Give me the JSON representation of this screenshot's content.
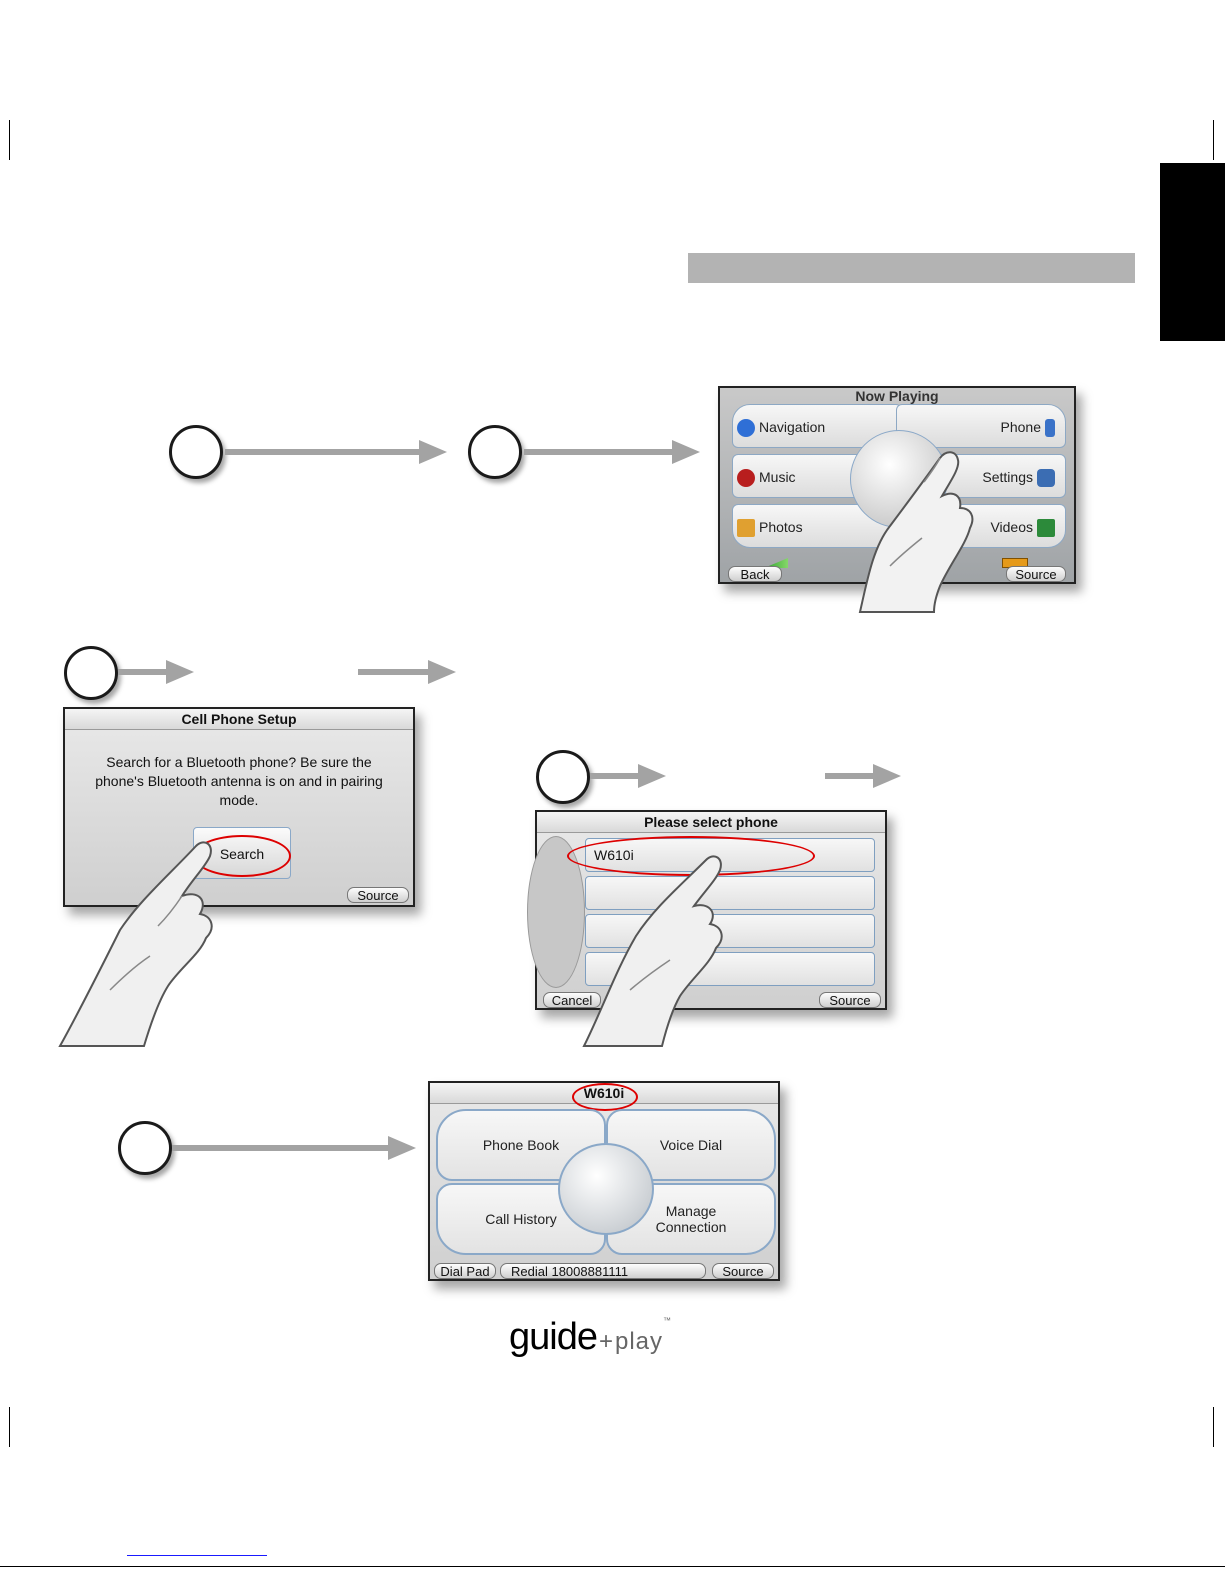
{
  "menu_screen": {
    "title": "Now Playing",
    "items": [
      {
        "label": "Navigation",
        "icon": "navigation-icon"
      },
      {
        "label": "Phone",
        "icon": "phone-icon"
      },
      {
        "label": "Music",
        "icon": "music-icon"
      },
      {
        "label": "Settings",
        "icon": "settings-icon"
      },
      {
        "label": "Photos",
        "icon": "photos-icon"
      },
      {
        "label": "Videos",
        "icon": "videos-icon"
      }
    ],
    "back_label": "Back",
    "source_label": "Source"
  },
  "setup_screen": {
    "title": "Cell Phone Setup",
    "message": "Search for a Bluetooth phone? Be sure the phone's Bluetooth antenna is on and in pairing mode.",
    "search_label": "Search",
    "source_label": "Source"
  },
  "select_screen": {
    "title": "Please select phone",
    "rows": [
      "W610i",
      "",
      "",
      ""
    ],
    "cancel_label": "Cancel",
    "source_label": "Source"
  },
  "phone_screen": {
    "title": "W610i",
    "phone_book": "Phone Book",
    "voice_dial": "Voice Dial",
    "call_history": "Call History",
    "manage_connection": "Manage Connection",
    "dial_pad": "Dial Pad",
    "redial": "Redial 18008881111",
    "source_label": "Source"
  },
  "logo": {
    "guide": "guide",
    "plus": "+",
    "play": "play",
    "tm": "™"
  },
  "colors": {
    "highlight": "#dd0000",
    "arrow": "#a3a3a3",
    "tab": "#000000",
    "header_bar": "#b3b3b3"
  }
}
